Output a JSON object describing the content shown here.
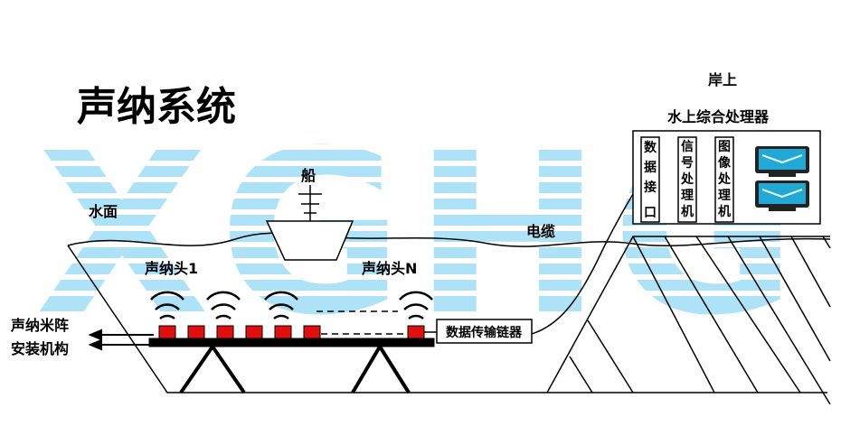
{
  "title": "声纳系统",
  "watermark": "XGHG",
  "labels": {
    "water_surface": "水面",
    "ship": "船",
    "sonar_head_1": "声纳头1",
    "sonar_head_n": "声纳头N",
    "cable": "电缆",
    "shore": "岸上",
    "processor": "水上综合处理器",
    "transmission_linker": "数据传输链器",
    "mount_line1": "声纳米阵",
    "mount_line2": "安装机构"
  },
  "modules": [
    {
      "chars": [
        "数",
        "据",
        "接",
        "口"
      ]
    },
    {
      "chars": [
        "信",
        "号",
        "处",
        "理",
        "机"
      ]
    },
    {
      "chars": [
        "图",
        "像",
        "处",
        "理",
        "机"
      ]
    }
  ],
  "colors": {
    "watermark": "#aee3f7",
    "sonar_head": "#e01010",
    "monitor": "#21a9d6",
    "line": "#000000"
  }
}
